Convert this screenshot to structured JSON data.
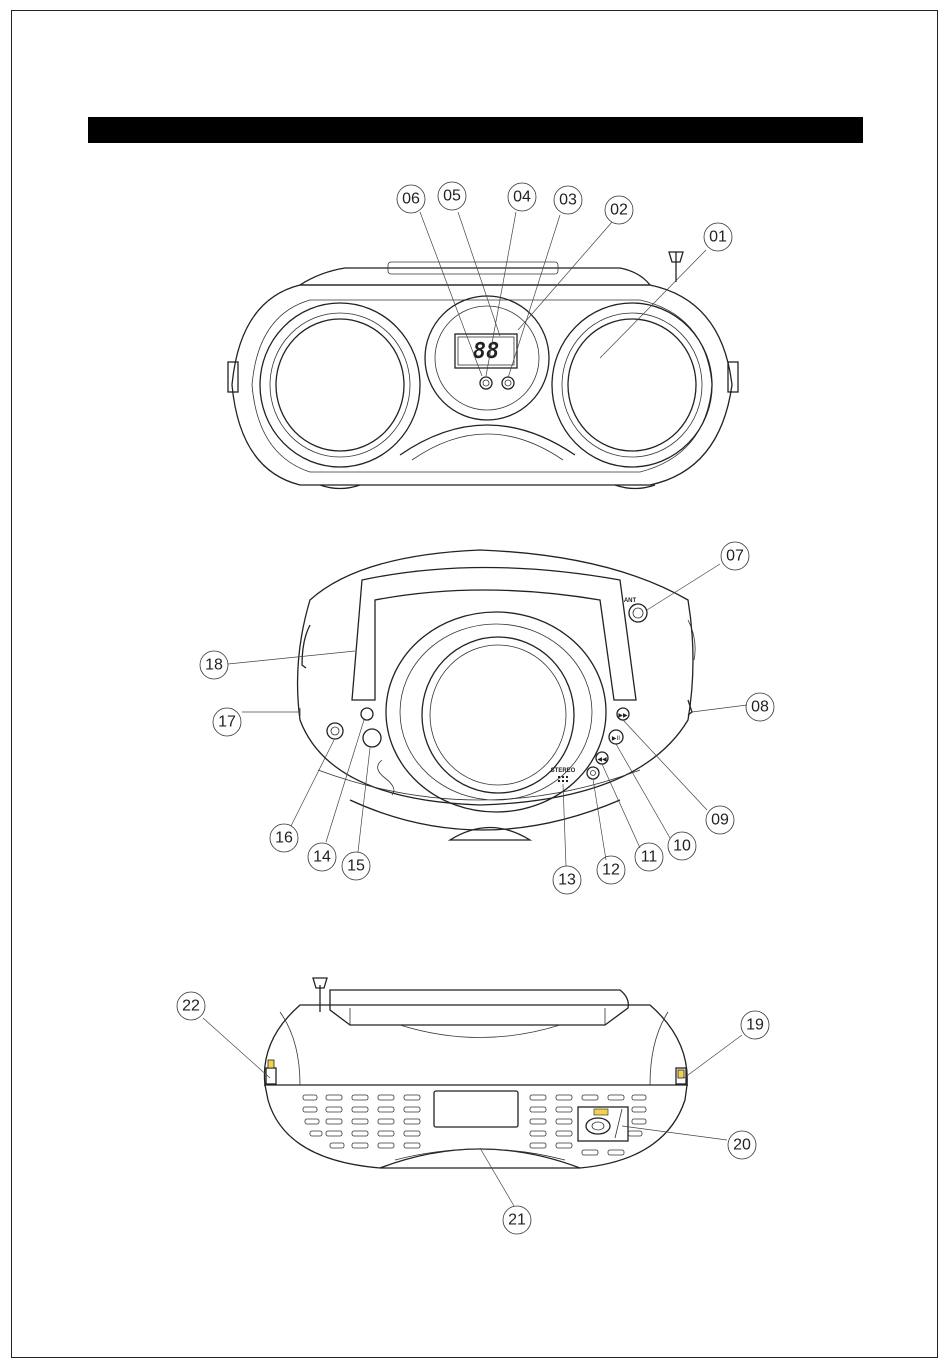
{
  "header": {
    "title": ""
  },
  "front_view": {
    "display_digits": "88",
    "callouts": [
      "01",
      "02",
      "03",
      "04",
      "05",
      "06"
    ]
  },
  "top_view": {
    "antenna_label": "ANT",
    "stereo_label": "STEREO",
    "callouts": [
      "07",
      "08",
      "09",
      "10",
      "11",
      "12",
      "13",
      "14",
      "15",
      "16",
      "17",
      "18"
    ]
  },
  "rear_view": {
    "callouts": [
      "19",
      "20",
      "21",
      "22"
    ]
  },
  "colors": {
    "line": "#222222",
    "bar": "#000000",
    "highlight": "#f2d24a"
  }
}
